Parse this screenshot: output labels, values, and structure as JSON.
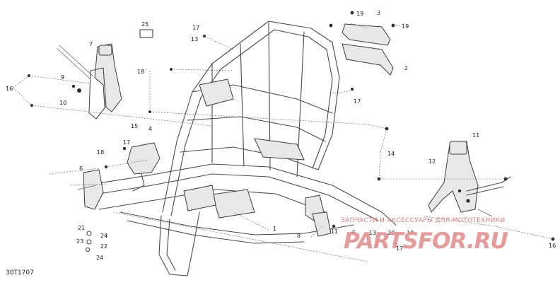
{
  "diagram": {
    "reference_code": "30T1707",
    "callouts": [
      {
        "id": "c25",
        "text": "25"
      },
      {
        "id": "c7",
        "text": "7"
      },
      {
        "id": "c9",
        "text": "9"
      },
      {
        "id": "c16",
        "text": "16"
      },
      {
        "id": "c10",
        "text": "10"
      },
      {
        "id": "c18a",
        "text": "18"
      },
      {
        "id": "c17a",
        "text": "17"
      },
      {
        "id": "c13a",
        "text": "13"
      },
      {
        "id": "c19a",
        "text": "19"
      },
      {
        "id": "c3",
        "text": "3"
      },
      {
        "id": "c19b",
        "text": "19"
      },
      {
        "id": "c2",
        "text": "2"
      },
      {
        "id": "c17b",
        "text": "17"
      },
      {
        "id": "c15",
        "text": "15"
      },
      {
        "id": "c4",
        "text": "4"
      },
      {
        "id": "c17c",
        "text": "17"
      },
      {
        "id": "c18b",
        "text": "18"
      },
      {
        "id": "c6",
        "text": "6"
      },
      {
        "id": "c14",
        "text": "14"
      },
      {
        "id": "c11a",
        "text": "11"
      },
      {
        "id": "c12",
        "text": "12"
      },
      {
        "id": "c1",
        "text": "1"
      },
      {
        "id": "c8",
        "text": "8"
      },
      {
        "id": "c21",
        "text": "21"
      },
      {
        "id": "c23",
        "text": "23"
      },
      {
        "id": "c24a",
        "text": "24"
      },
      {
        "id": "c22",
        "text": "22"
      },
      {
        "id": "c24b",
        "text": "24"
      },
      {
        "id": "c11b",
        "text": "11"
      },
      {
        "id": "c5",
        "text": "5"
      },
      {
        "id": "c13b",
        "text": "13"
      },
      {
        "id": "c20",
        "text": "20"
      },
      {
        "id": "c18c",
        "text": "18"
      },
      {
        "id": "c17d",
        "text": "17"
      },
      {
        "id": "c16b",
        "text": "16"
      }
    ]
  },
  "watermark": {
    "line1": "ЗАПЧАСТИ И АКСЕССУАРЫ ДЛЯ МОТОТЕХНИКИ",
    "logo": "PARTSFOR.RU",
    "color": "#e79a9a"
  }
}
